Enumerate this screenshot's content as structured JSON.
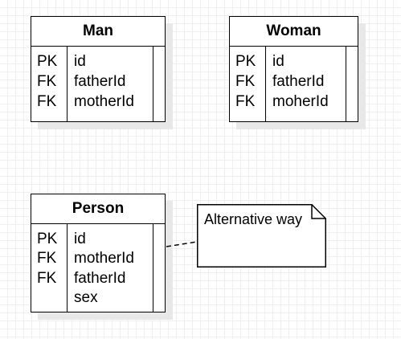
{
  "tables": {
    "man": {
      "title": "Man",
      "rows": [
        {
          "key": "PK",
          "field": "id"
        },
        {
          "key": "FK",
          "field": "fatherId"
        },
        {
          "key": "FK",
          "field": "motherId"
        }
      ]
    },
    "woman": {
      "title": "Woman",
      "rows": [
        {
          "key": "PK",
          "field": "id"
        },
        {
          "key": "FK",
          "field": "fatherId"
        },
        {
          "key": "FK",
          "field": "moherId"
        }
      ]
    },
    "person": {
      "title": "Person",
      "rows": [
        {
          "key": "PK",
          "field": "id"
        },
        {
          "key": "FK",
          "field": "motherId"
        },
        {
          "key": "FK",
          "field": "fatherId"
        },
        {
          "key": "",
          "field": "sex"
        }
      ]
    }
  },
  "note": {
    "text": "Alternative way"
  }
}
